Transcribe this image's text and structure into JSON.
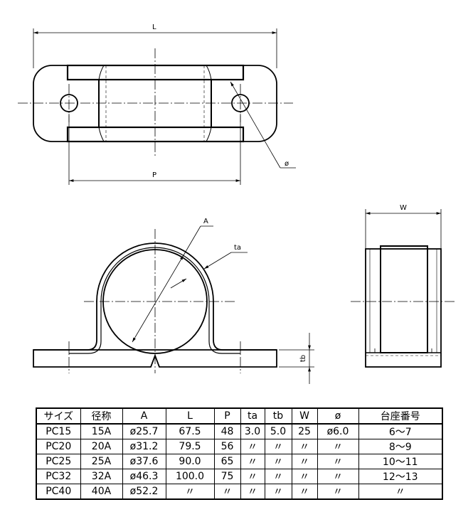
{
  "diagram": {
    "top_view": {
      "dim_L": "L",
      "dim_P": "P",
      "leader_hole": "ø"
    },
    "front_view": {
      "dim_A": "A",
      "dim_ta": "ta",
      "dim_tb": "tb"
    },
    "side_view": {
      "dim_W": "W"
    }
  },
  "table": {
    "headers": [
      "サイズ",
      "径称",
      "A",
      "L",
      "P",
      "ta",
      "tb",
      "W",
      "ø",
      "台座番号"
    ],
    "rows": [
      [
        "PC15",
        "15A",
        "ø25.7",
        "67.5",
        "48",
        "3.0",
        "5.0",
        "25",
        "ø6.0",
        "6〜7"
      ],
      [
        "PC20",
        "20A",
        "ø31.2",
        "79.5",
        "56",
        "〃",
        "〃",
        "〃",
        "〃",
        "8〜9"
      ],
      [
        "PC25",
        "25A",
        "ø37.6",
        "90.0",
        "65",
        "〃",
        "〃",
        "〃",
        "〃",
        "10〜11"
      ],
      [
        "PC32",
        "32A",
        "ø46.3",
        "100.0",
        "75",
        "〃",
        "〃",
        "〃",
        "〃",
        "12〜13"
      ],
      [
        "PC40",
        "40A",
        "ø52.2",
        "〃",
        "〃",
        "〃",
        "〃",
        "〃",
        "〃",
        "〃"
      ]
    ]
  }
}
